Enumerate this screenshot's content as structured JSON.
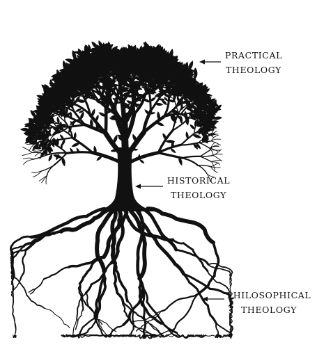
{
  "labels": {
    "practical": {
      "line1": "PRACTICAL",
      "line2": "THEOLOGY"
    },
    "historical": {
      "line1": "HISTORICAL",
      "line2": "THEOLOGY"
    },
    "philosophical": {
      "line1": "PHILOSOPHICAL",
      "line2": "THEOLOGY"
    }
  },
  "colors": {
    "ink": "#111111",
    "background": "#ffffff"
  }
}
